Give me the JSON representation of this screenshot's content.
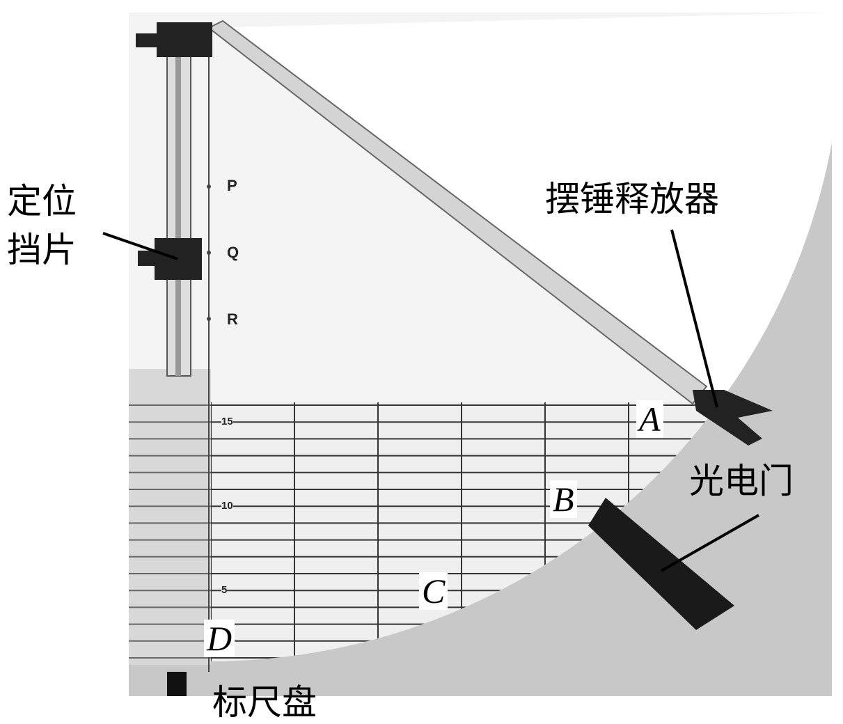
{
  "labels": {
    "positioning_stop_line1": "定位",
    "positioning_stop_line2": "挡片",
    "pendulum_release": "摆锤释放器",
    "photogate": "光电门",
    "scale_disc": "标尺盘"
  },
  "points": {
    "A": "A",
    "B": "B",
    "C": "C",
    "D": "D"
  },
  "marks": {
    "P": "P",
    "Q": "Q",
    "R": "R"
  },
  "scale_ticks": {
    "t15": "15",
    "t10": "10",
    "t5": "5"
  }
}
